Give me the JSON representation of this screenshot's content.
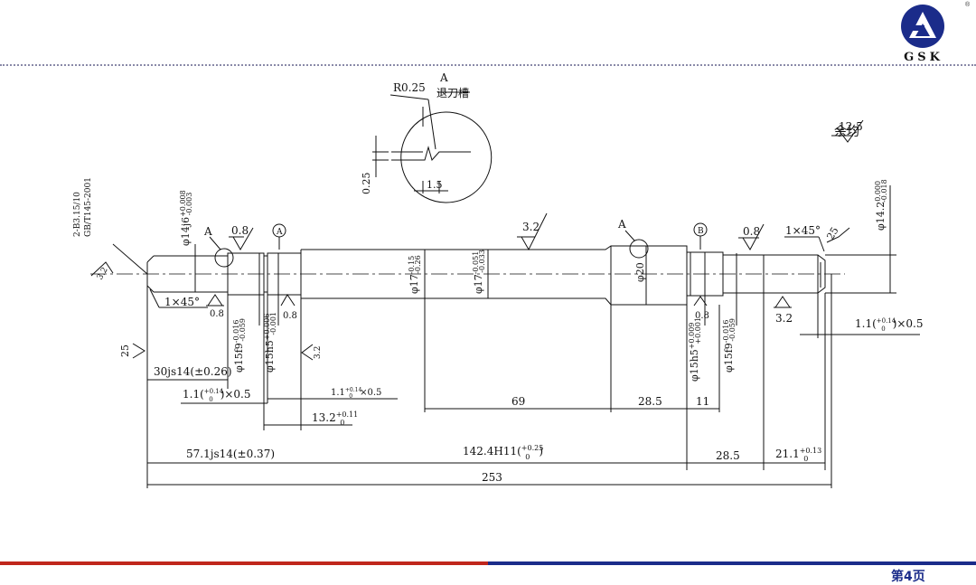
{
  "brand": {
    "name": "GSK",
    "trademark": "®"
  },
  "footer": {
    "page_label": "第4页"
  },
  "colors": {
    "brand_blue": "#1b2c8a",
    "accent_red": "#c0261c",
    "line": "#111111"
  },
  "detail": {
    "title": "A",
    "name": "退刀槽",
    "radius": "R0.25",
    "depth": "0.25",
    "width": "1.5"
  },
  "roughness_note": {
    "prefix": "余均",
    "value": "12.5"
  },
  "drawing": {
    "standard_note_1": "2-B3.15/10",
    "standard_note_2": "GB/T145-2001",
    "center_hole_mark": "3.2",
    "chamfer_left": "1×45°",
    "chamfer_right": "1×45°",
    "diam_left_end": "φ14j6(+0.008/-0.003)",
    "diam_left_end_base": "φ14j6",
    "diam_left_end_up": "+0.008",
    "diam_left_end_low": "-0.003",
    "diam_right_end_base": "φ14.2",
    "diam_right_end_up": "0.000",
    "diam_right_end_low": "-0.018",
    "diam_middle_1_base": "φ17",
    "diam_middle_1_up": "-0.15",
    "diam_middle_1_low": "-0.26",
    "diam_middle_2_base": "φ17",
    "diam_middle_2_up": "-0.051",
    "diam_middle_2_low": "-0.033",
    "diam_collar": "φ20",
    "diam_left_f9_base": "φ15f9",
    "diam_left_f9_up": "-0.016",
    "diam_left_f9_low": "-0.059",
    "diam_left_h5_base": "φ15h5",
    "diam_left_h5_up": "+0.006",
    "diam_left_h5_low": "-0.001",
    "diam_right_h5_base": "φ15h5",
    "diam_right_h5_up": "+0.009",
    "diam_right_h5_low": "+0.001",
    "diam_right_f9_base": "φ15f9",
    "diam_right_f9_up": "-0.016",
    "diam_right_f9_low": "-0.059",
    "datum_a": "A",
    "datum_a2": "A",
    "datum_circle_a": "A",
    "datum_circle_b": "B",
    "rough_08_a": "0.8",
    "rough_08_b": "0.8",
    "rough_08_c": "0.8",
    "rough_08_d": "0.8",
    "rough_08_e": "0.8",
    "rough_32_top": "3.2",
    "rough_32_right": "3.2",
    "rough_32_left": "3.2",
    "rough_25_left": "25",
    "rough_25_right": "25",
    "dim_30": "30js14(±0.26)",
    "dim_groove_left": "1.1(+0.14/0)×0.5",
    "dim_groove_left_base": "1.1(",
    "dim_groove_left_tol_up": "+0.14",
    "dim_groove_left_tol_low": "0",
    "dim_groove_left_tail": ")×0.5",
    "dim_groove_small": "1.1(+0.14/0)×0.5",
    "dim_groove_small_base": "1.1",
    "dim_groove_small_up": "+0.14",
    "dim_groove_small_low": "0",
    "dim_groove_small_tail": "×0.5",
    "dim_13": "13.2",
    "dim_13_up": "+0.11",
    "dim_13_low": "0",
    "dim_69": "69",
    "dim_285a": "28.5",
    "dim_11": "11",
    "dim_57": "57.1js14(±0.37)",
    "dim_142": "142.4H11(",
    "dim_142_up": "+0.25",
    "dim_142_low": "0",
    "dim_142_tail": ")",
    "dim_285b": "28.5",
    "dim_21": "21.1",
    "dim_21_up": "+0.13",
    "dim_21_low": "0",
    "dim_253": "253",
    "dim_groove_right_base": "1.1(",
    "dim_groove_right_up": "+0.14",
    "dim_groove_right_low": "0",
    "dim_groove_right_tail": ")×0.5"
  }
}
